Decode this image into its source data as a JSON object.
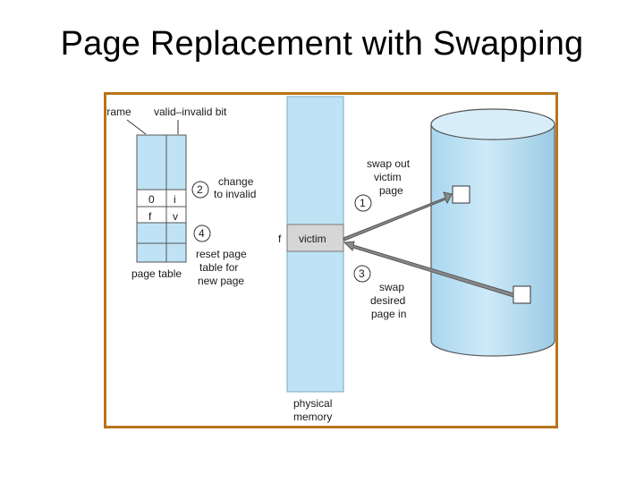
{
  "title": "Page Replacement with Swapping",
  "diagram": {
    "frame_label": "frame",
    "valid_invalid_label": "valid–invalid bit",
    "page_table_rows": [
      {
        "frame": "0",
        "bit": "i"
      },
      {
        "frame": "f",
        "bit": "v"
      }
    ],
    "page_table_label": "page table",
    "physical_memory_label_line1": "physical",
    "physical_memory_label_line2": "memory",
    "victim_frame_label": "f",
    "victim_label": "victim",
    "steps": [
      {
        "number": "1",
        "lines": [
          "swap out",
          "victim",
          "page"
        ]
      },
      {
        "number": "2",
        "lines": [
          "change",
          "to invalid"
        ]
      },
      {
        "number": "3",
        "lines": [
          "swap",
          "desired",
          "page in"
        ]
      },
      {
        "number": "4",
        "lines": [
          "reset page",
          "table for",
          "new page"
        ]
      }
    ],
    "colors": {
      "border": "#b8741a",
      "memory_fill": "#bfe3f5",
      "memory_stroke": "#7aa9c4",
      "disk_fill": "#bfe3f5",
      "disk_stroke": "#555555",
      "victim_fill": "#d6d6d6",
      "arrow_fill": "#8a8a8a"
    }
  }
}
